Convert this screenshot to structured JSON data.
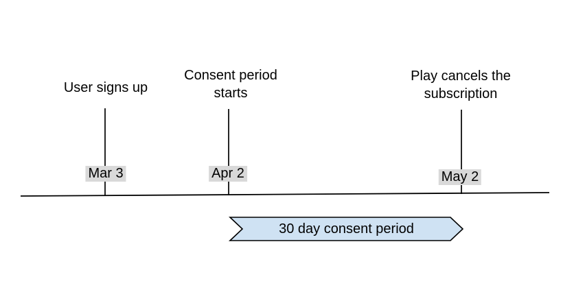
{
  "diagram": {
    "type": "timeline",
    "events": [
      {
        "name": "user-signs-up",
        "label_lines": [
          "User signs up"
        ],
        "date": "Mar 3"
      },
      {
        "name": "consent-period-starts",
        "label_lines": [
          "Consent period",
          "starts"
        ],
        "date": "Apr 2"
      },
      {
        "name": "play-cancels-subscription",
        "label_lines": [
          "Play cancels the",
          "subscription"
        ],
        "date": "May 2"
      }
    ],
    "banner": {
      "label": "30 day consent period",
      "fill_color": "#cfe2f3",
      "stroke_color": "#000000"
    },
    "colors": {
      "background": "#ffffff",
      "line_color": "#000000",
      "text_color": "#000000",
      "date_badge_bg": "#d9d9d9"
    }
  }
}
